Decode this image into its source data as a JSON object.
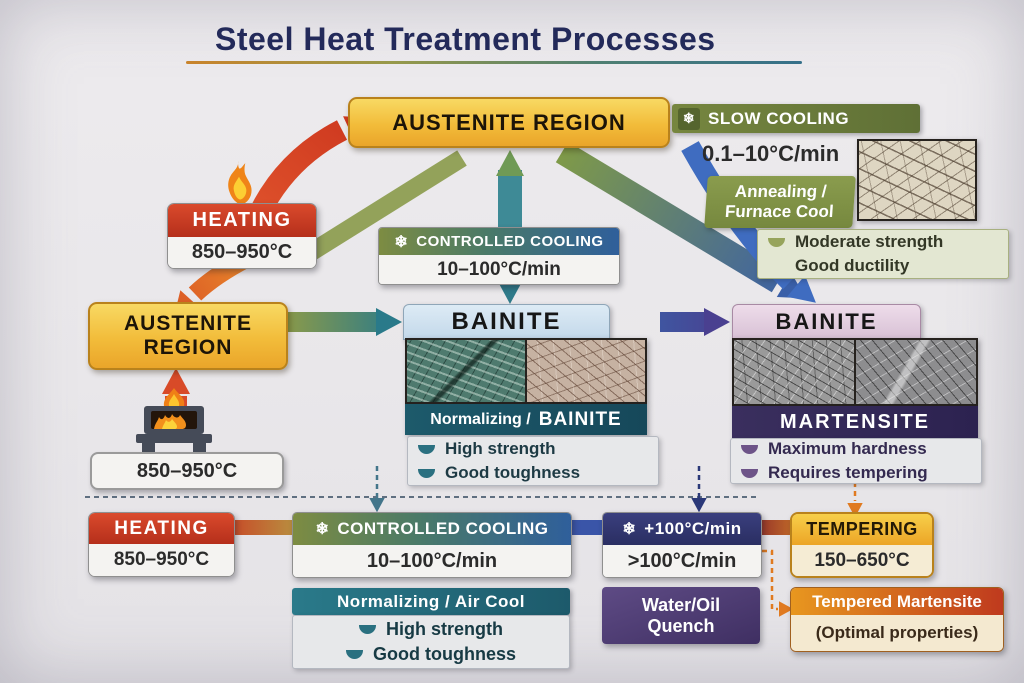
{
  "title": "Steel Heat Treatment Processes",
  "glyphs": {
    "snowflake": "❄"
  },
  "top_flow": {
    "austenite_top": "AUSTENITE REGION",
    "heating": {
      "label": "HEATING",
      "temp": "850–950°C"
    },
    "austenite_left": {
      "line1": "AUSTENITE",
      "line2": "REGION",
      "temp": "850–950°C"
    }
  },
  "slow_cooling": {
    "header": "SLOW COOLING",
    "rate": "0.1–10°C/min",
    "method_line1": "Annealing /",
    "method_line2": "Furnace Cool",
    "props": [
      "Moderate strength",
      "Good ductility"
    ]
  },
  "controlled_cooling_top": {
    "header": "CONTROLLED COOLING",
    "rate": "10–100°C/min"
  },
  "bainite_center": {
    "title": "BAINITE",
    "band_left": "Normalizing /",
    "band_right": "BAINITE",
    "props": [
      "High strength",
      "Good toughness"
    ]
  },
  "bainite_right": {
    "title": "BAINITE",
    "band": "MARTENSITE",
    "props": [
      "Maximum hardness",
      "Requires tempering"
    ]
  },
  "bottom_flow": {
    "heating": {
      "label": "HEATING",
      "temp": "850–950°C"
    },
    "controlled_cooling": {
      "header": "CONTROLLED COOLING",
      "rate": "10–100°C/min"
    },
    "rapid_cooling": {
      "header": "+100°C/min",
      "rate": ">100°C/min"
    },
    "tempering": {
      "label": "TEMPERING",
      "temp": "150–650°C"
    },
    "normalizing": {
      "band": "Normalizing / Air Cool",
      "props": [
        "High strength",
        "Good toughness"
      ]
    },
    "quench": {
      "line1": "Water/Oil",
      "line2": "Quench"
    },
    "tempered": {
      "header": "Tempered Martensite",
      "sub": "(Optimal properties)"
    }
  },
  "colors": {
    "accent_navy": "#232a5a",
    "heating_red": "#c93a21",
    "austenite_gold": "#f0b22f",
    "cooling_olive": "#7a8a44",
    "cooling_blue": "#2f5f9b",
    "bainite_teal": "#1d5a6b",
    "martensite_purple": "#342a5c",
    "tempering_gold": "#f0ad28"
  }
}
